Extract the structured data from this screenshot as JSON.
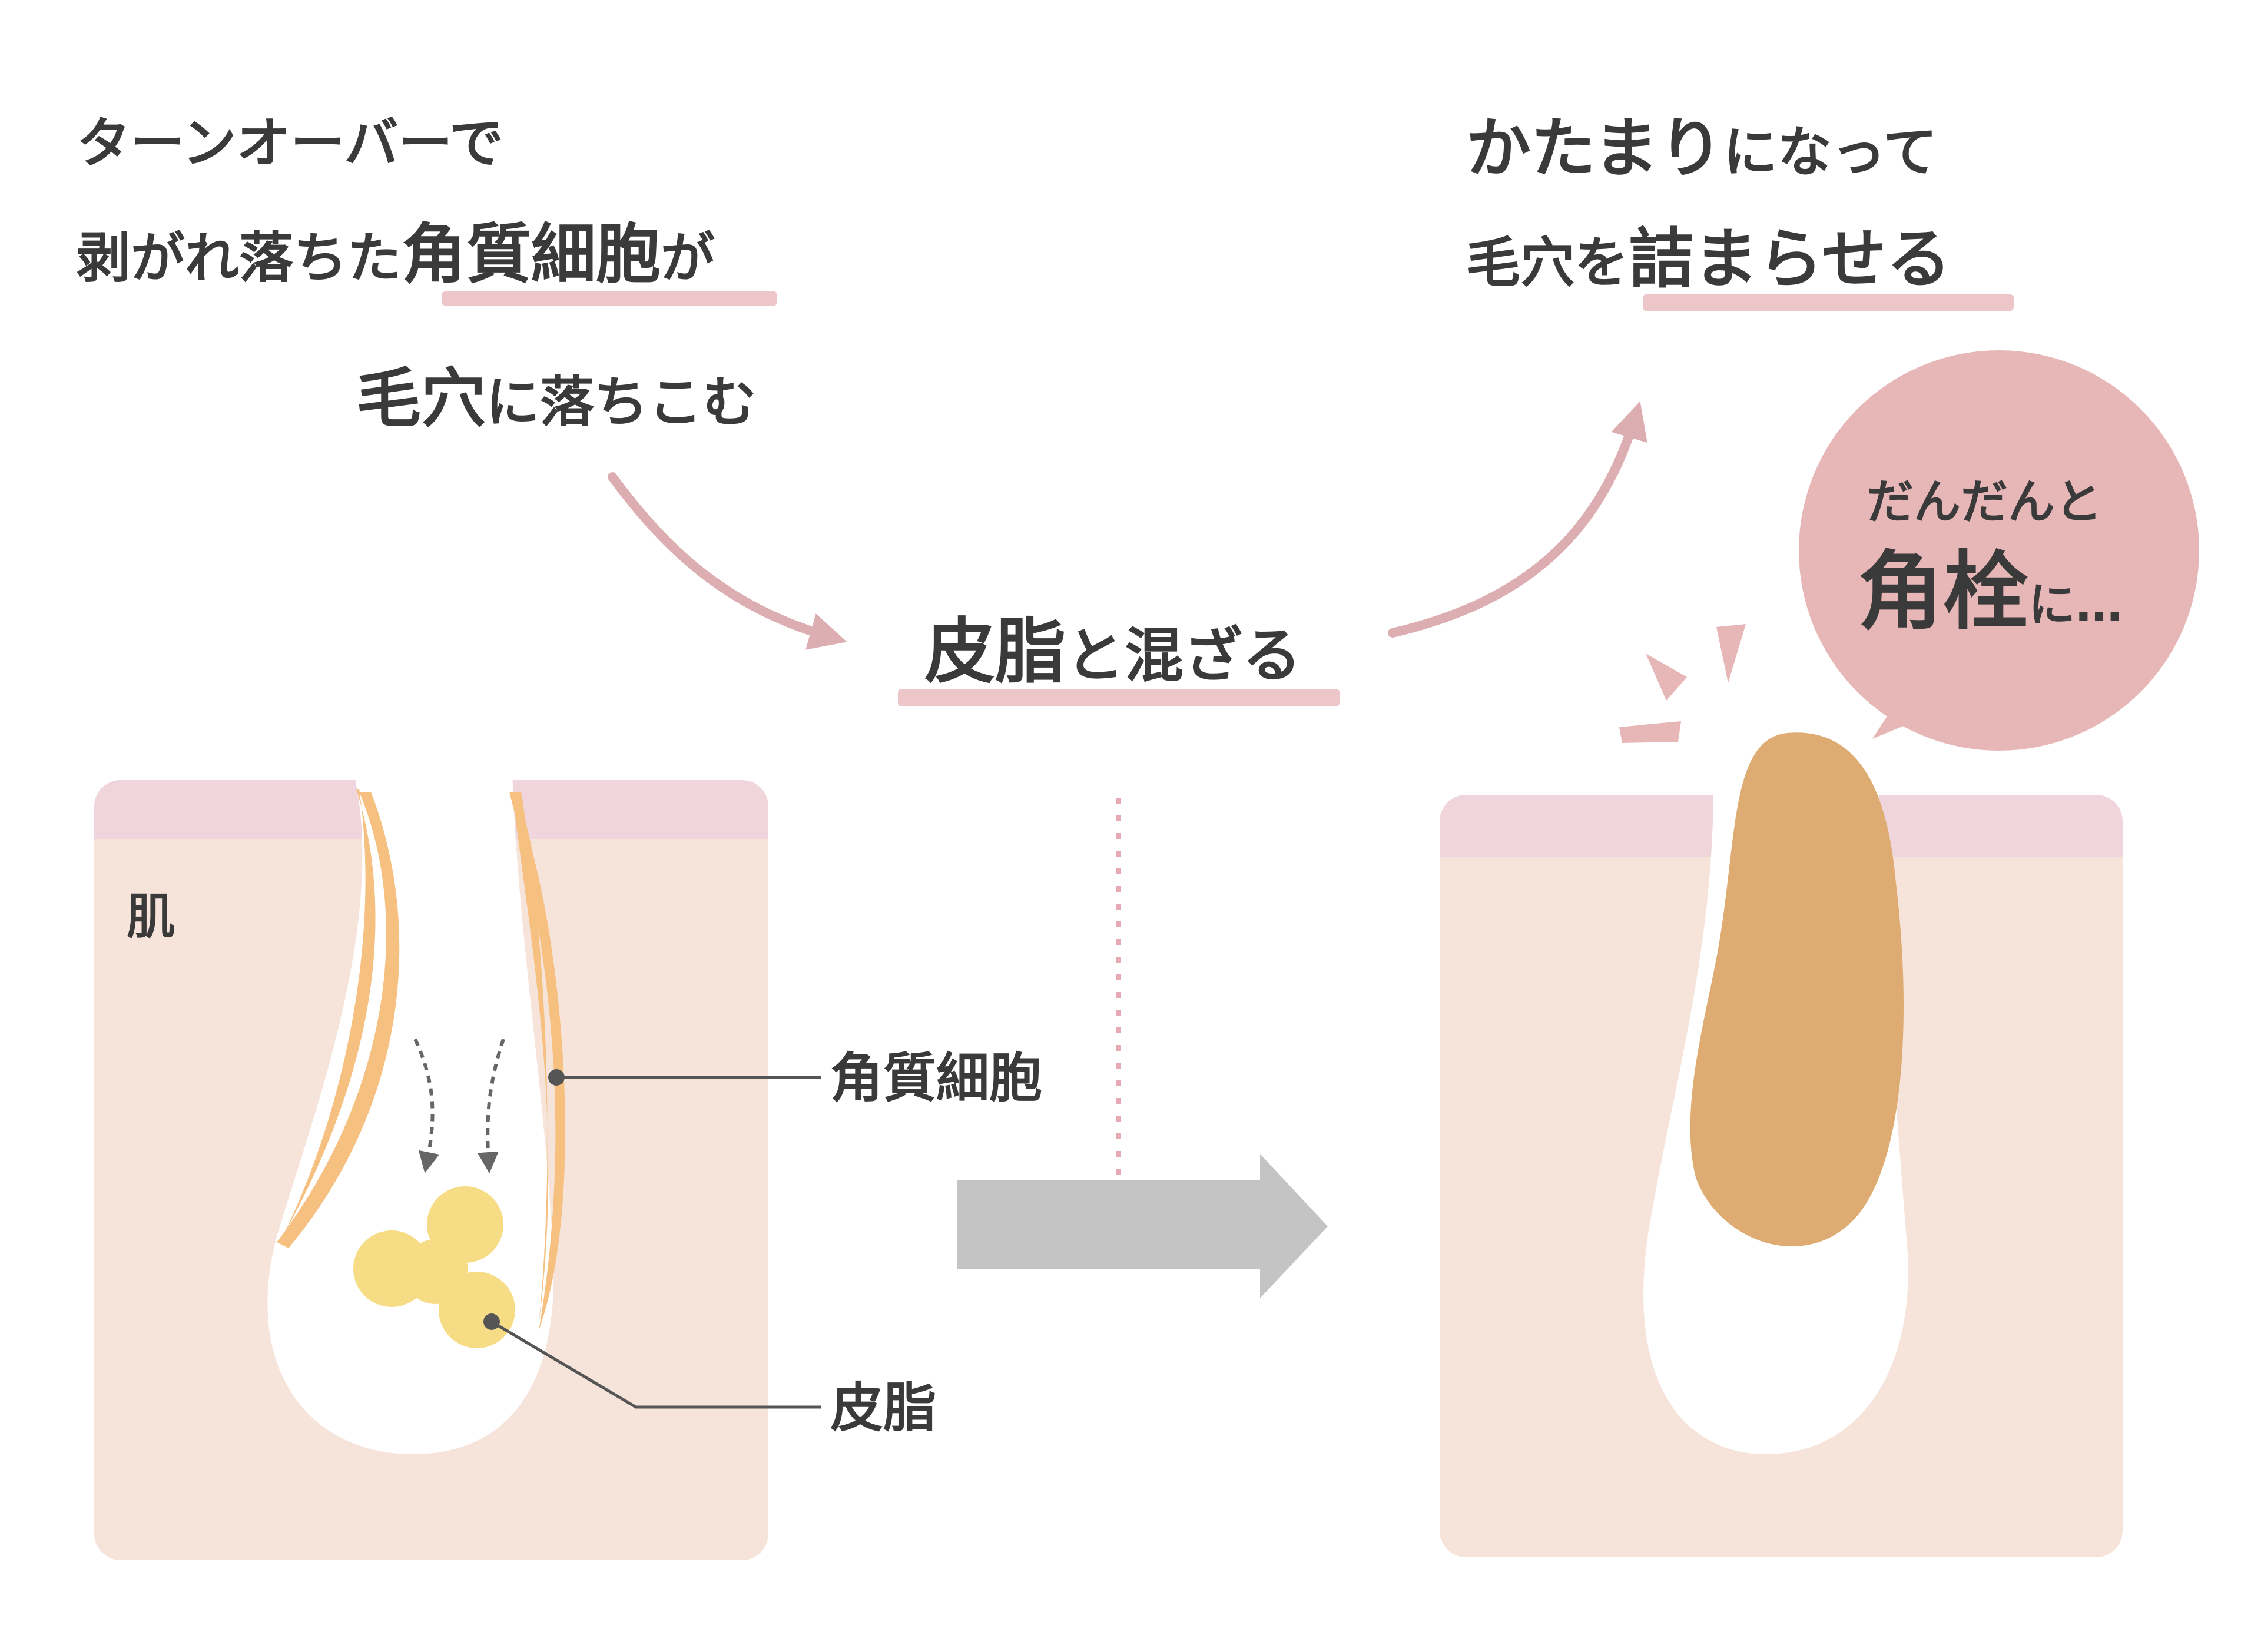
{
  "colors": {
    "skin": "#f6e4da",
    "skin_top": "#f0d6dc",
    "keratin": "#f5c080",
    "sebum": "#f7dc86",
    "plug": "#deac73",
    "accent_pink": "#d9a5a8",
    "bubble": "#e7b7b7",
    "gray_arrow": "#c4c4c4",
    "text": "#3a3a3a"
  },
  "left_caption": {
    "line1": "ターンオーバーで",
    "line2_pre": "剥がれ落ちた",
    "line2_em": "角質細胞",
    "line2_post": "が",
    "line3_em": "毛穴",
    "line3_post": "に落ちこむ"
  },
  "middle_caption": {
    "em": "皮脂",
    "post": "と混ざる"
  },
  "right_caption": {
    "line1_em": "かたまり",
    "line1_post": "になって",
    "line2_pre": "毛穴を",
    "line2_em": "詰まらせる"
  },
  "bubble": {
    "line1": "だんだんと",
    "line2_em": "角栓",
    "line2_post": "に…"
  },
  "labels": {
    "skin": "肌",
    "keratin_cell": "角質細胞",
    "sebum": "皮脂"
  },
  "icons": {
    "flow_arrow": "curved-arrow-icon",
    "transition_arrow": "right-arrow-icon",
    "drop_arrow": "dotted-down-arrow-icon"
  }
}
